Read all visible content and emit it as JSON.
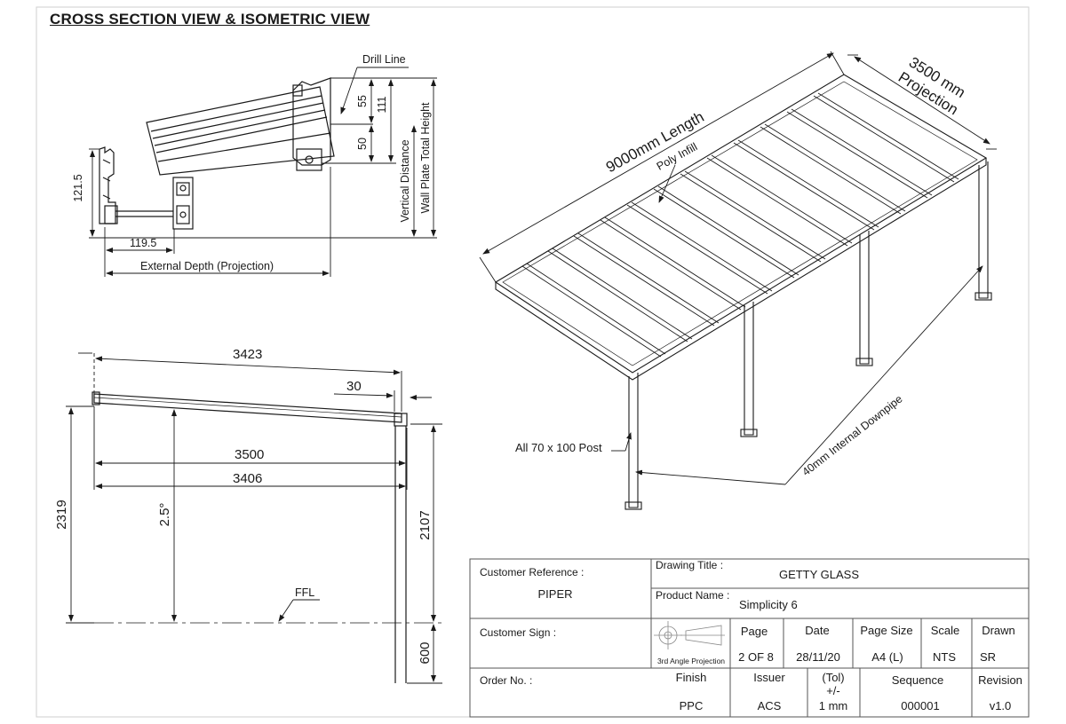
{
  "sheet_title": "CROSS SECTION VIEW & ISOMETRIC VIEW",
  "cross_section": {
    "drill_line": "Drill Line",
    "dim_55": "55",
    "dim_111": "111",
    "dim_50": "50",
    "vertical_distance": "Vertical Distance",
    "wall_plate_total_height": "Wall Plate Total Height",
    "dim_121_5": "121.5",
    "dim_119_5": "119.5",
    "external_depth": "External Depth (Projection)"
  },
  "side_view": {
    "dim_3423": "3423",
    "dim_30": "30",
    "dim_3500": "3500",
    "dim_3406": "3406",
    "dim_2319": "2319",
    "angle": "2.5°",
    "dim_2107": "2107",
    "ffl": "FFL",
    "dim_600": "600"
  },
  "isometric": {
    "length": "9000mm Length",
    "projection_value": "3500 mm",
    "projection_label": "Projection",
    "poly_infill": "Poly Infill",
    "post": "All 70 x 100 Post",
    "downpipe": "40mm Internal Downpipe"
  },
  "title_block": {
    "customer_reference_label": "Customer Reference :",
    "customer_reference": "PIPER",
    "drawing_title_label": "Drawing Title :",
    "drawing_title": "GETTY GLASS",
    "product_name_label": "Product Name :",
    "product_name": "Simplicity 6",
    "customer_sign_label": "Customer Sign :",
    "projection_symbol_label": "3rd Angle Projection",
    "page_label": "Page",
    "page": "2 OF 8",
    "date_label": "Date",
    "date": "28/11/20",
    "page_size_label": "Page Size",
    "page_size": "A4 (L)",
    "scale_label": "Scale",
    "scale": "NTS",
    "drawn_label": "Drawn",
    "drawn": "SR",
    "order_no_label": "Order No. :",
    "finish_label": "Finish",
    "finish": "PPC",
    "issuer_label": "Issuer",
    "issuer": "ACS",
    "tol_label": "(Tol)",
    "tol_sign": "+/-",
    "tol": "1 mm",
    "sequence_label": "Sequence",
    "sequence": "000001",
    "revision_label": "Revision",
    "revision": "v1.0"
  }
}
